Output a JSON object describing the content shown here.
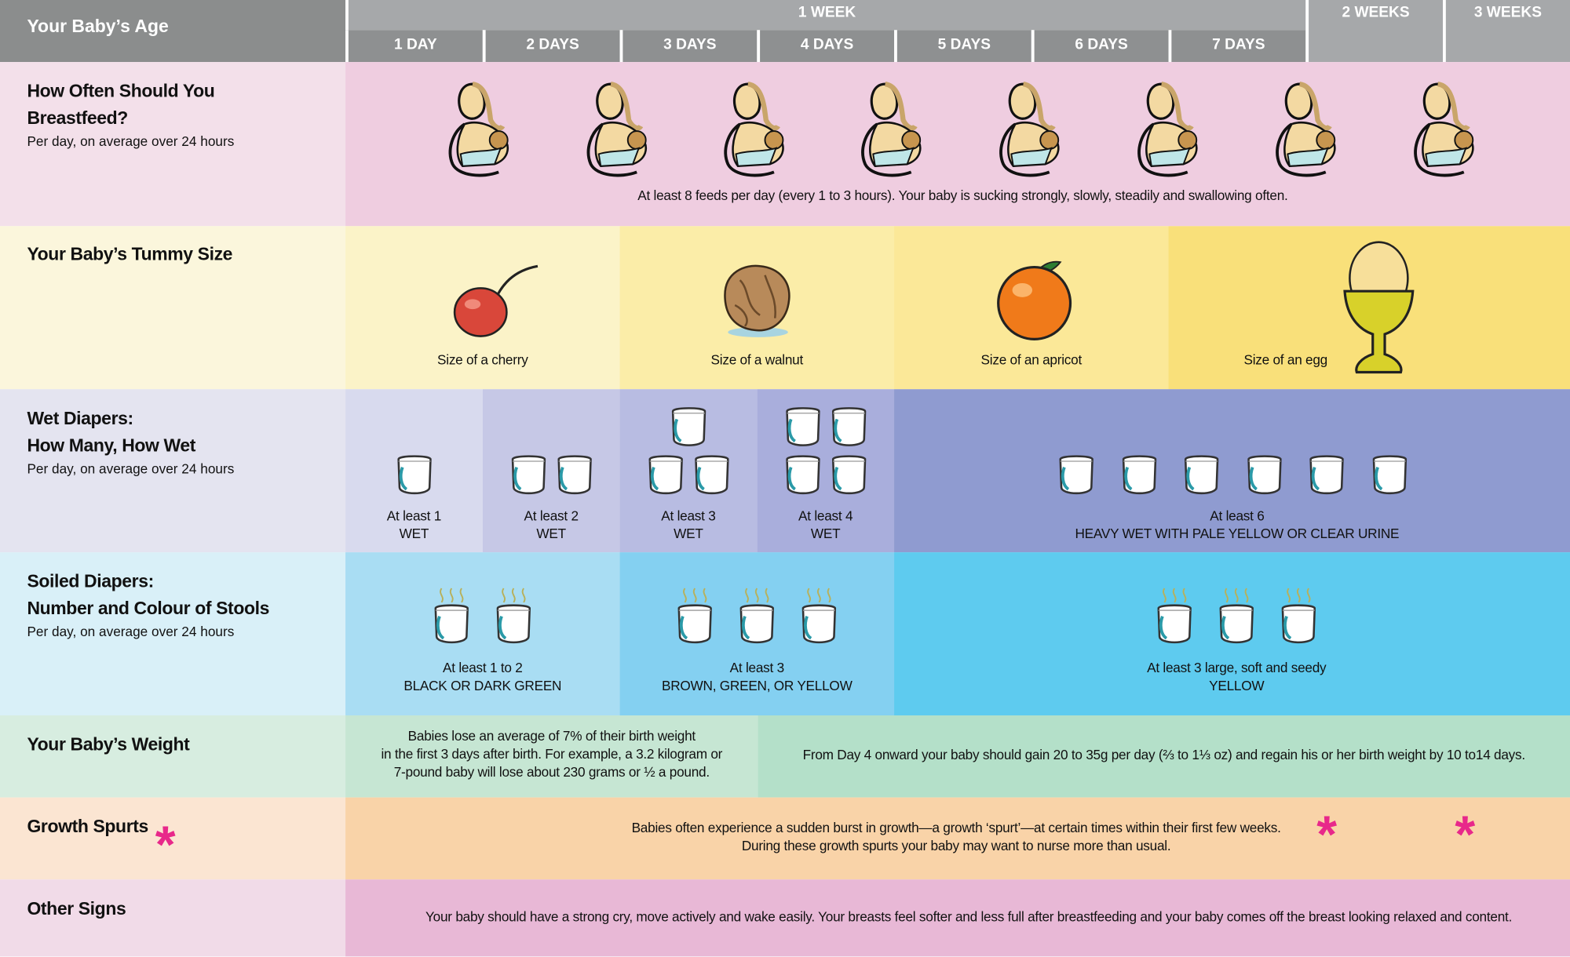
{
  "header": {
    "age_label": "Your Baby’s Age",
    "week1": "1 WEEK",
    "days": [
      "1 DAY",
      "2 DAYS",
      "3 DAYS",
      "4 DAYS",
      "5 DAYS",
      "6 DAYS",
      "7 DAYS"
    ],
    "week2": "2 WEEKS",
    "week3": "3 WEEKS"
  },
  "breastfeed": {
    "title": "How Often Should You Breastfeed?",
    "subtitle": "Per day, on average over 24 hours",
    "icon": "breastfeeding-mother-icon",
    "icon_count": 8,
    "caption": "At least 8 feeds per day (every 1 to 3 hours). Your baby is sucking strongly, slowly, steadily and swallowing often."
  },
  "tummy": {
    "title": "Your Baby’s Tummy Size",
    "items": [
      {
        "icon": "cherry-icon",
        "caption": "Size of a cherry"
      },
      {
        "icon": "walnut-icon",
        "caption": "Size of a walnut"
      },
      {
        "icon": "apricot-icon",
        "caption": "Size of an apricot"
      },
      {
        "icon": "egg-icon",
        "caption": "Size of an egg"
      }
    ]
  },
  "wet": {
    "title1": "Wet Diapers:",
    "title2": "How Many, How Wet",
    "subtitle": "Per day, on average over 24 hours",
    "items": [
      {
        "count": 1,
        "line1": "At least 1",
        "line2": "WET"
      },
      {
        "count": 2,
        "line1": "At least 2",
        "line2": "WET"
      },
      {
        "count": 3,
        "line1": "At least 3",
        "line2": "WET"
      },
      {
        "count": 4,
        "line1": "At least 4",
        "line2": "WET"
      },
      {
        "count": 6,
        "line1": "At least 6",
        "line2": "HEAVY WET WITH PALE YELLOW OR CLEAR URINE"
      }
    ]
  },
  "soiled": {
    "title1": "Soiled Diapers:",
    "title2": "Number and Colour of Stools",
    "subtitle": "Per day, on average over 24 hours",
    "items": [
      {
        "count": 2,
        "line1": "At least 1 to 2",
        "line2": "BLACK OR DARK GREEN"
      },
      {
        "count": 3,
        "line1": "At least 3",
        "line2": "BROWN, GREEN, OR YELLOW"
      },
      {
        "count": 3,
        "line1": "At least 3 large, soft and seedy",
        "line2": "YELLOW"
      }
    ]
  },
  "weight": {
    "title": "Your Baby’s Weight",
    "early1": "Babies lose an average of 7% of their birth weight",
    "early2": "in the first 3 days after birth. For example, a 3.2 kilogram or",
    "early3": "7-pound baby will lose about 230 grams or ½ a pound.",
    "later": "From Day 4 onward your baby should gain 20 to 35g per day (⅔ to 1⅓ oz) and regain his or her birth weight by 10 to14 days."
  },
  "growth": {
    "title": "Growth Spurts",
    "line1": "Babies often experience a sudden burst in growth—a growth ‘spurt’—at certain times within their first few weeks.",
    "line2": "During these growth spurts your baby may want to nurse more than usual.",
    "star": "*"
  },
  "other": {
    "title": "Other Signs",
    "text": "Your baby should have a strong cry, move actively and wake easily. Your breasts feel softer and less full after breastfeeding and your baby comes off the breast looking relaxed and content."
  },
  "colors": {
    "accent": "#e8288a",
    "header": "#8e9091"
  }
}
